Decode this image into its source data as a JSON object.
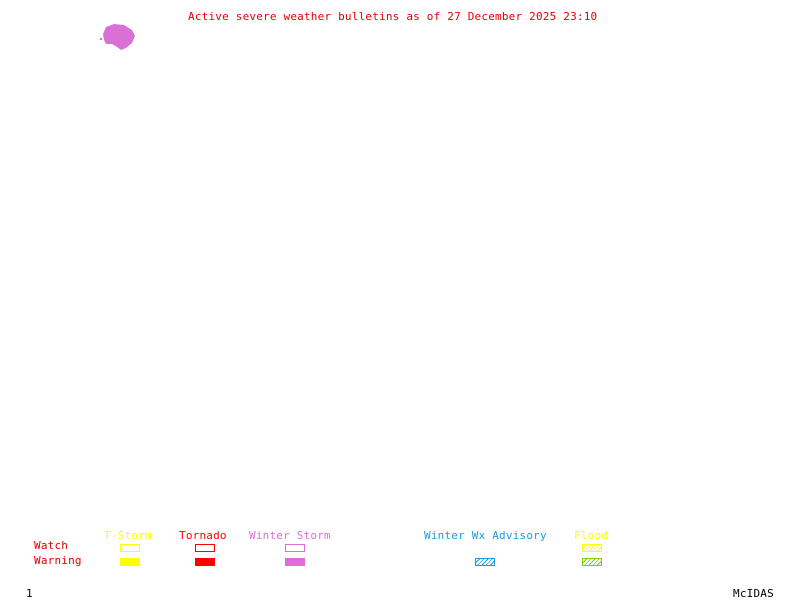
{
  "title": "Active severe weather bulletins as of 27 December 2025 23:10",
  "legend": {
    "row_labels": {
      "watch": "Watch",
      "warning": "Warning"
    },
    "row_label_color": "#e00000",
    "categories": [
      {
        "id": "tstorm",
        "label": "T-Storm",
        "color": "#ffff00",
        "watch": "outline",
        "warning": "filled"
      },
      {
        "id": "tornado",
        "label": "Tornado",
        "color": "#ff0000",
        "watch": "outline",
        "warning": "filled"
      },
      {
        "id": "winter-storm",
        "label": "Winter Storm",
        "color": "#da70d6",
        "watch": "outline",
        "warning": "filled"
      },
      {
        "id": "winter-wx-advisory",
        "label": "Winter Wx Advisory",
        "color": "#1e9be0",
        "watch": "none",
        "warning": "hatched"
      },
      {
        "id": "flood",
        "label": "Flood",
        "color": "#ffff00",
        "warning_color": "#7fd000",
        "watch": "hatched",
        "warning": "hatched"
      }
    ]
  },
  "active_area": {
    "type": "Winter Storm",
    "color": "#da70d6"
  },
  "footer": {
    "frame_number": "1",
    "brand": "McIDAS"
  }
}
